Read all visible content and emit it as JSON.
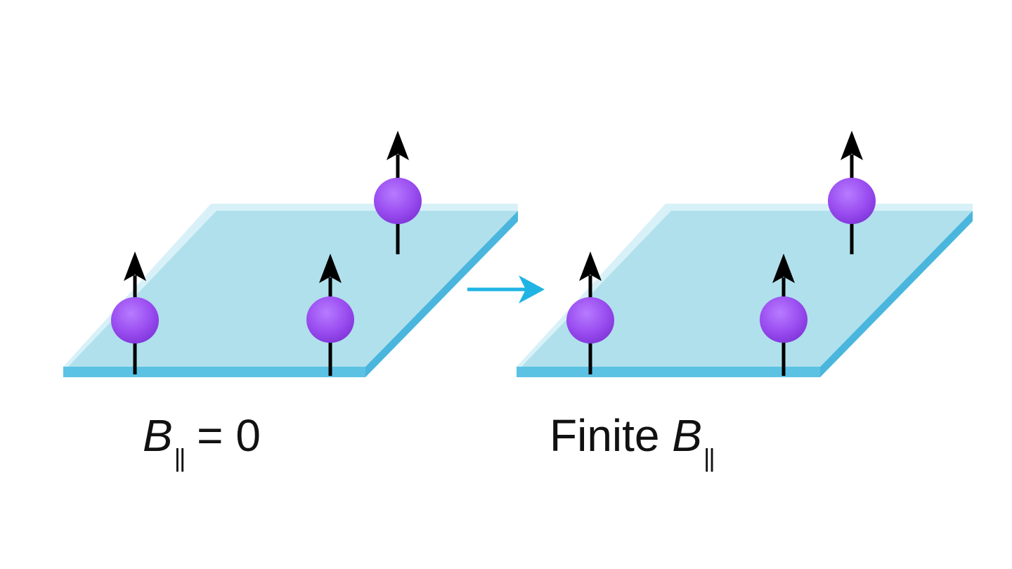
{
  "figure": {
    "panels": [
      {
        "id": "zero-field",
        "label_symbol": "B",
        "label_subscript": "||",
        "label_suffix": " = 0",
        "spins": [
          {
            "position": "front-left",
            "direction": "up"
          },
          {
            "position": "front-right",
            "direction": "up"
          },
          {
            "position": "back-right",
            "direction": "up"
          }
        ]
      },
      {
        "id": "finite-field",
        "label_prefix": "Finite ",
        "label_symbol": "B",
        "label_subscript": "||",
        "spins": [
          {
            "position": "front-left",
            "direction": "up"
          },
          {
            "position": "front-right",
            "direction": "up"
          },
          {
            "position": "back-right",
            "direction": "up"
          }
        ]
      }
    ],
    "transition_arrow": "right-arrow"
  },
  "colors": {
    "plate_top": "#b0e0ec",
    "plate_edge": "#5bc2e4",
    "plate_highlight": "#d8f1f8",
    "spin_ball": "#9a4df0",
    "spin_arrow": "#000000",
    "transition_arrow": "#1fb4e3",
    "text": "#111111"
  }
}
